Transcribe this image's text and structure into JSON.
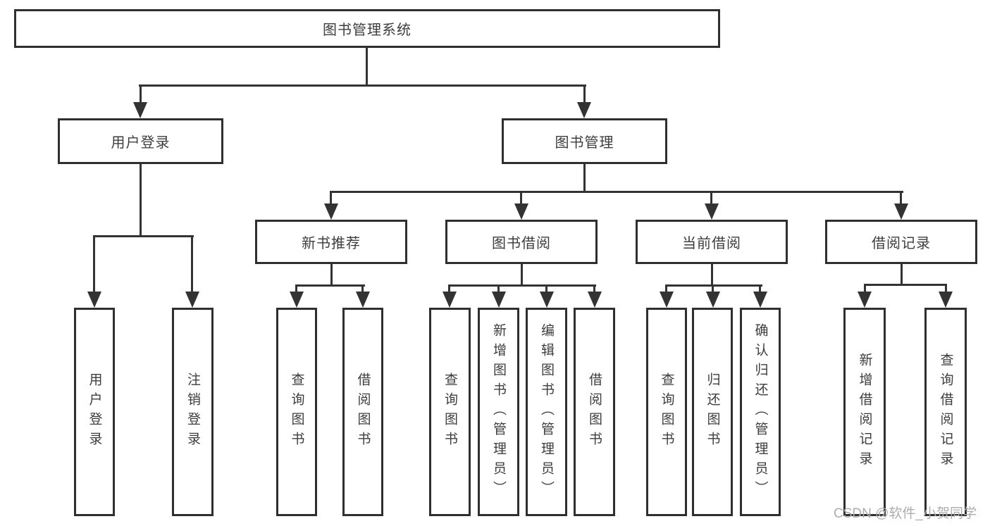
{
  "diagram": {
    "title": "图书管理系统",
    "tree": {
      "label": "图书管理系统",
      "children": [
        {
          "label": "用户登录",
          "children": [
            {
              "label": "用户登录"
            },
            {
              "label": "注销登录"
            }
          ]
        },
        {
          "label": "图书管理",
          "children": [
            {
              "label": "新书推荐",
              "children": [
                {
                  "label": "查询图书"
                },
                {
                  "label": "借阅图书"
                }
              ]
            },
            {
              "label": "图书借阅",
              "children": [
                {
                  "label": "查询图书"
                },
                {
                  "label": "新增图书（管理员）"
                },
                {
                  "label": "编辑图书（管理员）"
                },
                {
                  "label": "借阅图书"
                }
              ]
            },
            {
              "label": "当前借阅",
              "children": [
                {
                  "label": "查询图书"
                },
                {
                  "label": "归还图书"
                },
                {
                  "label": "确认归还（管理员）"
                }
              ]
            },
            {
              "label": "借阅记录",
              "children": [
                {
                  "label": "新增借阅记录"
                },
                {
                  "label": "查询借阅记录"
                }
              ]
            }
          ]
        }
      ]
    },
    "watermark": "CSDN @软件_小贺同学",
    "colors": {
      "line": "#333333",
      "border": "#2f2f2f",
      "text": "#3d3d3d",
      "watermark": "#adadad",
      "background": "#ffffff"
    }
  }
}
